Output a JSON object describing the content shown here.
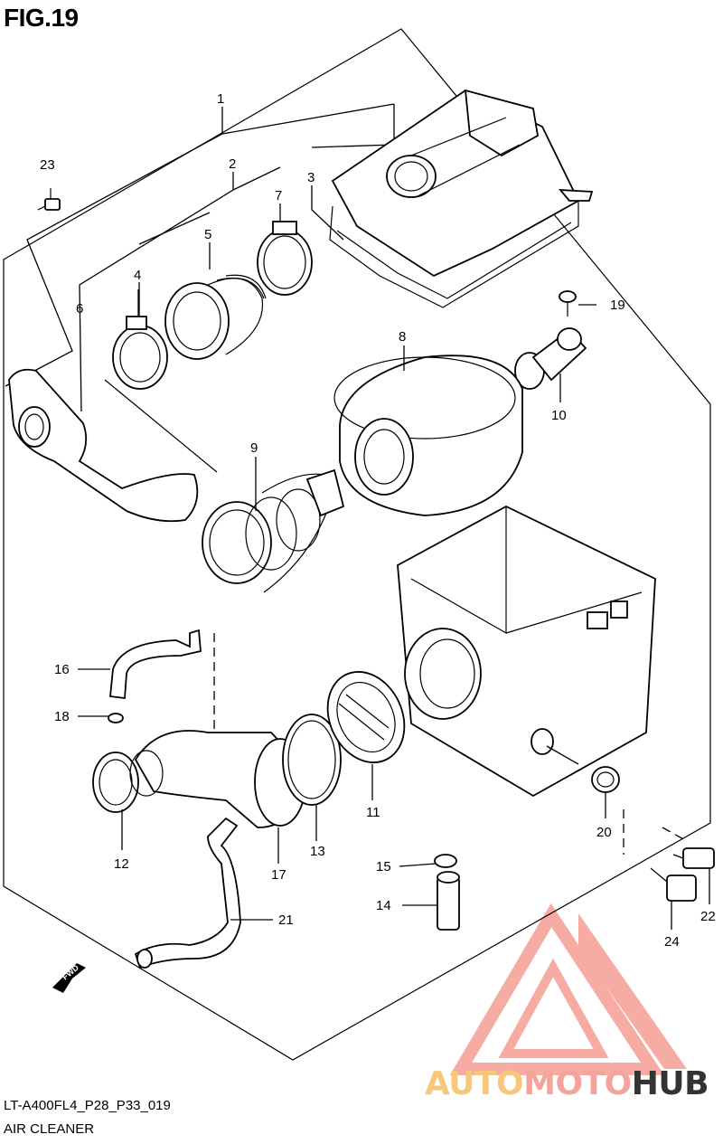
{
  "figure": {
    "title": "FIG.19"
  },
  "callouts": [
    "1",
    "2",
    "3",
    "4",
    "5",
    "6",
    "7",
    "8",
    "9",
    "10",
    "11",
    "12",
    "13",
    "14",
    "15",
    "16",
    "17",
    "18",
    "19",
    "20",
    "21",
    "22",
    "23",
    "24"
  ],
  "direction_marker": {
    "label": "FWD"
  },
  "footer": {
    "model_code": "LT-A400FL4_P28_P33_019",
    "section_name": "AIR CLEANER"
  },
  "watermark": {
    "brand_auto": "AUTO",
    "brand_moto": "MOTO",
    "brand_hub": "HUB",
    "colors": {
      "auto": "#f7c77a",
      "moto": "#f4a49a",
      "hub": "#333333",
      "triangle": "#f6a29a"
    }
  },
  "colors": {
    "line": "#000000",
    "background": "#ffffff"
  }
}
